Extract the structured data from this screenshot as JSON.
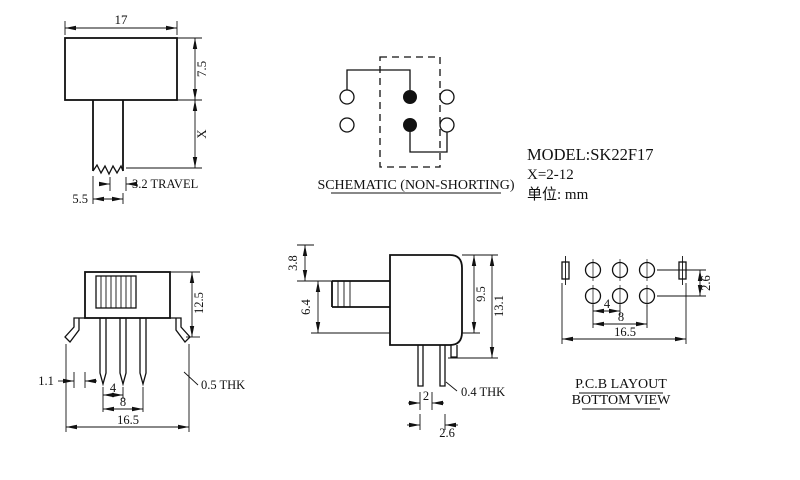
{
  "title_block": {
    "model": "MODEL:SK22F17",
    "x_range": "X=2-12",
    "unit_label": "单位: mm"
  },
  "front_view": {
    "dim_body_width": "17",
    "dim_body_height": "7.5",
    "dim_stem_length": "X",
    "dim_travel": "3.2 TRAVEL",
    "dim_stem_width": "5.5"
  },
  "schematic": {
    "caption": "SCHEMATIC (NON-SHORTING)"
  },
  "pin_view": {
    "dim_height": "12.5",
    "dim_tab_width": "1.1",
    "dim_pin_pitch": "4",
    "dim_pin_span": "8",
    "dim_total_width": "16.5",
    "dim_thickness": "0.5 THK"
  },
  "side_view": {
    "dim_stem_height": "3.8",
    "dim_stem_offset": "6.4",
    "dim_body_height": "9.5",
    "dim_total_height": "13.1",
    "dim_pin_thickness": "0.4 THK",
    "dim_pin_width": "2",
    "dim_pin_offset": "2.6"
  },
  "pcb_layout": {
    "dim_hole_pitch": "4",
    "dim_hole_span": "8",
    "dim_row_pitch": "2.6",
    "dim_total_width": "16.5",
    "caption_line1": "P.C.B LAYOUT",
    "caption_line2": "BOTTOM VIEW"
  }
}
